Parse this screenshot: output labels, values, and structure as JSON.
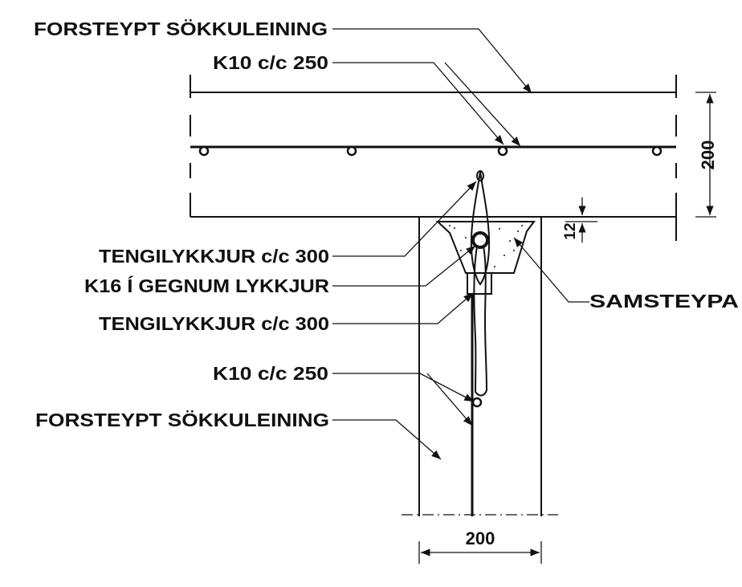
{
  "labels": {
    "top_precast": "FORSTEYPT SÖKKULEINING",
    "top_rebar": "K10 c/c 250",
    "loops_upper": "TENGILYKKJUR c/c 300",
    "k16_through_loops": "K16 Í GEGNUM LYKKJUR",
    "loops_lower": "TENGILYKKJUR c/c 300",
    "wall_rebar": "K10 c/c 250",
    "bottom_precast": "FORSTEYPT SÖKKULEINING",
    "grout": "SAMSTEYPA"
  },
  "dimensions": {
    "slab_thickness": "200",
    "joint_gap": "12",
    "wall_width": "200"
  },
  "colors": {
    "line": "#111111",
    "background": "#ffffff"
  }
}
